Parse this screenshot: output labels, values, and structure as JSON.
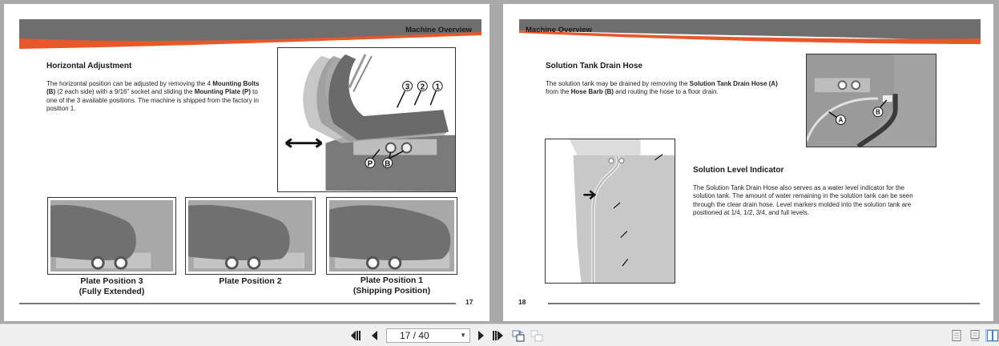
{
  "left_page": {
    "header": "Machine Overview",
    "section_title": "Horizontal Adjustment",
    "body_parts": [
      {
        "t": "The horizontal position can be adjusted by removing the 4 ",
        "b": false
      },
      {
        "t": "Mounting Bolts (B)",
        "b": true
      },
      {
        "t": " (2 each side) with a 9/16\" socket and sliding the ",
        "b": false
      },
      {
        "t": "Mounting Plate (P)",
        "b": true
      },
      {
        "t": " to one of the 3 available positions.  The machine is shipped from the factory in position 1.",
        "b": false
      }
    ],
    "main_figure": {
      "callouts": [
        "3",
        "2",
        "1",
        "P",
        "B"
      ],
      "arrow": "double-arrow-horizontal"
    },
    "plate_figures": [
      {
        "caption_line1": "Plate Position 3",
        "caption_line2": "(Fully Extended)"
      },
      {
        "caption_line1": "Plate Position 2",
        "caption_line2": ""
      },
      {
        "caption_line1": "Plate Position 1",
        "caption_line2": "(Shipping Position)"
      }
    ],
    "page_number": "17"
  },
  "right_page": {
    "header": "Machine Overview",
    "section1_title": "Solution Tank Drain Hose",
    "section1_parts": [
      {
        "t": "The solution tank may be drained by removing the ",
        "b": false
      },
      {
        "t": "Solution Tank Drain Hose (A)",
        "b": true
      },
      {
        "t": " from the ",
        "b": false
      },
      {
        "t": "Hose Barb (B)",
        "b": true
      },
      {
        "t": " and routing the hose to a floor drain.",
        "b": false
      }
    ],
    "hose_figure": {
      "callouts": [
        "A",
        "B"
      ]
    },
    "section2_title": "Solution Level Indicator",
    "section2_body": "The Solution Tank Drain Hose also serves as a water level indicator for the solution tank.  The amount of water remaining in the solution tank can be seen through the clear drain hose.  Level markers molded into the solution tank are positioned  at 1/4, 1/2, 3/4, and full levels.",
    "page_number": "18"
  },
  "toolbar": {
    "page_indicator": "17 / 40",
    "buttons": [
      "first-page",
      "previous-page",
      "next-page",
      "last-page",
      "go-back-view",
      "go-forward-view"
    ],
    "view_modes": [
      "single-page",
      "continuous",
      "two-page"
    ],
    "active_view_mode": "two-page"
  },
  "colors": {
    "banner_gray": "#6e6e6e",
    "banner_orange": "#e8572a",
    "viewer_bg": "#a9a9a9",
    "toolbar_bg": "#f0f0f0"
  }
}
